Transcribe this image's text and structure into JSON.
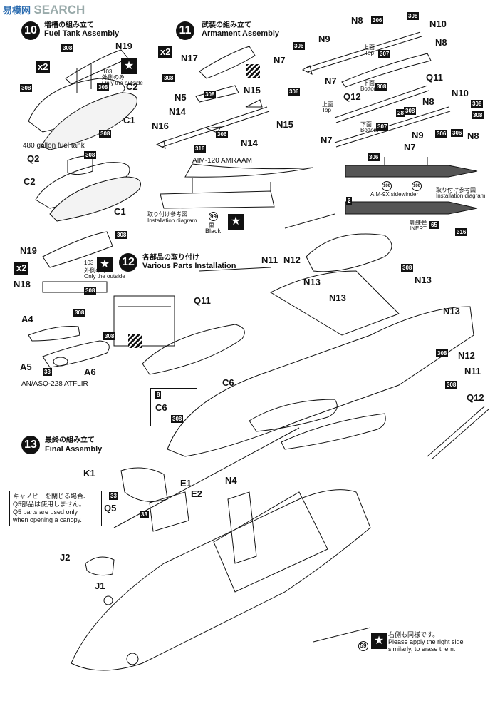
{
  "watermark": {
    "site_text": "SEARCH",
    "site_cn": "易模网"
  },
  "step10": {
    "num": "10",
    "title_jp": "増槽の組み立て",
    "title_en": "Fuel Tank Assembly",
    "parts": {
      "n19": "N19",
      "c2": "C2",
      "c1": "C1",
      "q2": "Q2",
      "c2b": "C2",
      "c1b": "C1"
    },
    "codes": {
      "a": "308",
      "b": "308",
      "c": "308",
      "d": "308",
      "e": "308"
    },
    "x2": "x2",
    "outside_jp": "外側のみ",
    "outside_en": "Only the outside",
    "paint_103": "103",
    "tank_caption": "480 gallon fuel tank"
  },
  "step10b": {
    "parts": {
      "n19": "N19",
      "n18": "N18",
      "a4": "A4",
      "a5": "A5",
      "a6": "A6"
    },
    "codes": {
      "a": "308",
      "b": "308",
      "c": "308",
      "d": "33"
    },
    "x2": "x2",
    "outside_jp": "外側のみ",
    "outside_en": "Only the outside",
    "paint_103": "103",
    "atflir": "AN/ASQ-228 ATFLIR"
  },
  "step11": {
    "num": "11",
    "title_jp": "武装の組み立て",
    "title_en": "Armament Assembly",
    "parts": {
      "n17": "N17",
      "n5": "N5",
      "n15": "N15",
      "n14": "N14",
      "n16": "N16",
      "n14b": "N14",
      "n15b": "N15"
    },
    "codes": {
      "a": "308",
      "b": "308",
      "c": "306",
      "d": "306",
      "e": "316",
      "f": "308"
    },
    "x2": "x2",
    "amraam": "AIM-120 AMRAAM",
    "install_jp": "取り付け参考図",
    "install_en": "Installation diagram",
    "black_num": "99",
    "black_jp": "黒",
    "black_en": "Black"
  },
  "armament_right": {
    "parts": {
      "n8": "N8",
      "n10": "N10",
      "n8b": "N8",
      "n9": "N9",
      "n7": "N7",
      "n7b": "N7",
      "q11": "Q11",
      "n8c": "N8",
      "n10b": "N10",
      "q12": "Q12",
      "n8d": "N8",
      "n9b": "N9",
      "n7c": "N7",
      "n7d": "N7"
    },
    "codes": {
      "a": "306",
      "b": "308",
      "c": "306",
      "d": "307",
      "e": "308",
      "f": "308",
      "g": "28",
      "h": "307",
      "i": "308",
      "j": "308",
      "k": "306",
      "l": "306",
      "m": "306",
      "n": "308",
      "o": "308"
    },
    "top_jp": "上面",
    "top_en": "Top",
    "bottom_jp": "下面",
    "bottom_en": "Bottom",
    "sidewinder": "AIM-9X sidewinder",
    "install_jp": "取り付け参考図",
    "install_en": "Installation diagram",
    "c100a": "100",
    "c100b": "100",
    "c2": "2",
    "c65": "65",
    "c316": "316",
    "inert_jp": "訓練弾",
    "inert_en": "INERT"
  },
  "step12": {
    "num": "12",
    "title_jp": "各部品の取り付け",
    "title_en": "Various Parts Installation",
    "parts": {
      "n11": "N11",
      "n12": "N12",
      "n13": "N13",
      "n13b": "N13",
      "n13c": "N13",
      "n13d": "N13",
      "q11": "Q11",
      "c6": "C6",
      "c6b": "C6",
      "n12b": "N12",
      "n11b": "N11",
      "q12": "Q12"
    },
    "codes": {
      "a": "308",
      "b": "308",
      "c": "308",
      "d": "8",
      "e": "308"
    }
  },
  "step13": {
    "num": "13",
    "title_jp": "最終の組み立て",
    "title_en": "Final Assembly",
    "parts": {
      "k1": "K1",
      "e1": "E1",
      "e2": "E2",
      "n4": "N4",
      "q5": "Q5",
      "j2": "J2",
      "j1": "J1"
    },
    "codes": {
      "a": "33",
      "b": "33"
    },
    "note_jp1": "キャノピーを閉じる場合、",
    "note_jp2": "Q5部品は使用しません。",
    "note_en1": "Q5 parts are used only",
    "note_en2": "when opening a canopy.",
    "right_jp": "右側も同様です。",
    "right_en1": "Please apply the right side",
    "right_en2": "similarly, to erase them.",
    "c59": "59"
  }
}
